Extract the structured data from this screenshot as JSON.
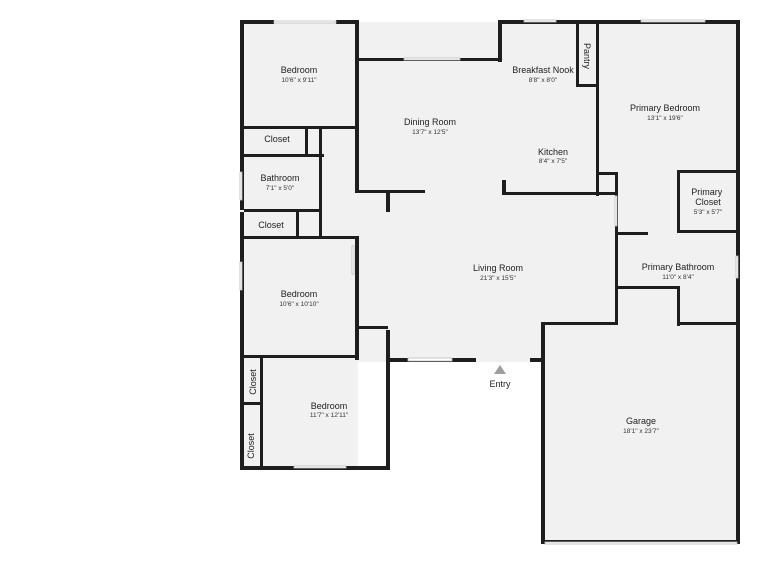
{
  "rooms": [
    {
      "id": "bedroom-1",
      "name": "Bedroom",
      "dims": "10'6\" x 9'11\""
    },
    {
      "id": "closet-1",
      "name": "Closet",
      "dims": ""
    },
    {
      "id": "bathroom",
      "name": "Bathroom",
      "dims": "7'1\" x 5'0\""
    },
    {
      "id": "closet-2",
      "name": "Closet",
      "dims": ""
    },
    {
      "id": "bedroom-2",
      "name": "Bedroom",
      "dims": "10'6\" x 10'10\""
    },
    {
      "id": "closet-3",
      "name": "Closet",
      "dims": ""
    },
    {
      "id": "closet-4",
      "name": "Closet",
      "dims": ""
    },
    {
      "id": "bedroom-3",
      "name": "Bedroom",
      "dims": "11'7\" x 12'11\""
    },
    {
      "id": "dining-room",
      "name": "Dining Room",
      "dims": "13'7\" x 12'5\""
    },
    {
      "id": "breakfast-nook",
      "name": "Breakfast Nook",
      "dims": "8'8\" x 8'0\""
    },
    {
      "id": "pantry",
      "name": "Pantry",
      "dims": ""
    },
    {
      "id": "kitchen",
      "name": "Kitchen",
      "dims": "8'4\" x 7'5\""
    },
    {
      "id": "living-room",
      "name": "Living Room",
      "dims": "21'3\" x 15'5\""
    },
    {
      "id": "primary-bedroom",
      "name": "Primary Bedroom",
      "dims": "13'1\" x 19'6\""
    },
    {
      "id": "primary-closet",
      "name": "Primary\nCloset",
      "dims": "5'3\" x 5'7\""
    },
    {
      "id": "primary-bathroom",
      "name": "Primary Bathroom",
      "dims": "11'0\" x 8'4\""
    },
    {
      "id": "garage",
      "name": "Garage",
      "dims": "18'1\" x 23'7\""
    }
  ],
  "entry": {
    "label": "Entry"
  },
  "colors": {
    "wall": "#1e1e1e",
    "floor": "#f1f1f1",
    "window": "#ffffff",
    "entry_marker": "#9e9e9e"
  }
}
